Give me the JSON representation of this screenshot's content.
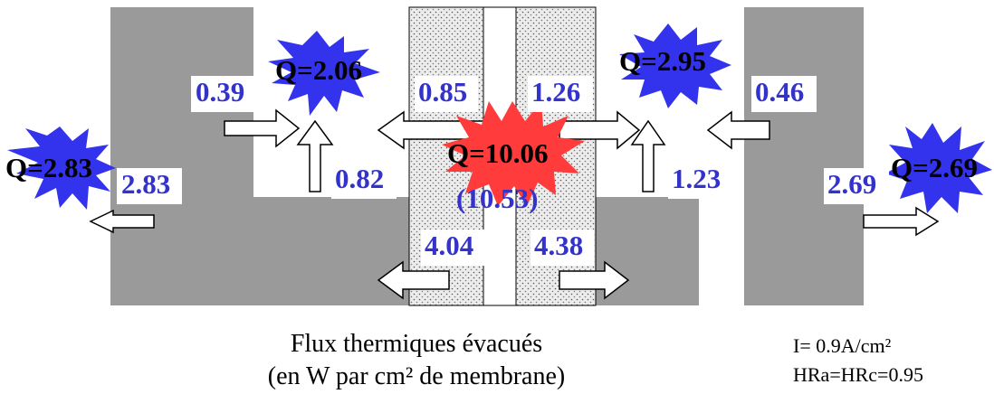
{
  "flows": {
    "left_electrode_out": "2.83",
    "left_to_channel": "0.39",
    "left_channel_up": "0.82",
    "membrane_left_out": "0.85",
    "membrane_right_out": "1.26",
    "membrane_down_left": "4.04",
    "membrane_down_right": "4.38",
    "right_channel_up": "1.23",
    "right_to_channel": "0.46",
    "right_electrode_out": "2.69"
  },
  "heat_sources": {
    "q_left": "Q=2.83",
    "q_left_channel": "Q=2.06",
    "q_membrane": "Q=10.06",
    "q_membrane_alt": "(10.53)",
    "q_right_channel": "Q=2.95",
    "q_right": "Q=2.69"
  },
  "caption": {
    "line1": "Flux thermiques évacués",
    "line2": "(en W par cm² de membrane)"
  },
  "conditions": {
    "current": "I= 0.9A/cm²",
    "humidity": "HRa=HRc=0.95"
  },
  "colors": {
    "block": "#9a9a9a",
    "value_text": "#3333cc",
    "star_blue": "#3333ee",
    "star_red": "#ff3b3b"
  }
}
